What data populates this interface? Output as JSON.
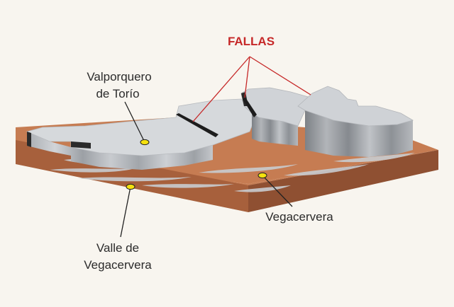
{
  "title": "FALLAS",
  "labels": {
    "valporquero_line1": "Valporquero",
    "valporquero_line2": "de Torío",
    "vegacervera": "Vegacervera",
    "valle_line1": "Valle de",
    "valle_line2": "Vegacervera"
  },
  "colors": {
    "background": "#f8f5ef",
    "ground_top": "#c67c52",
    "ground_front": "#a7603c",
    "ground_side": "#8f5032",
    "rock_top": "#d6d9dc",
    "rock_wall_light": "#b9bcc0",
    "rock_wall_dark": "#8a8e93",
    "fault_line": "#c62828",
    "leader_line": "#222222",
    "marker": "#f5e10f"
  }
}
